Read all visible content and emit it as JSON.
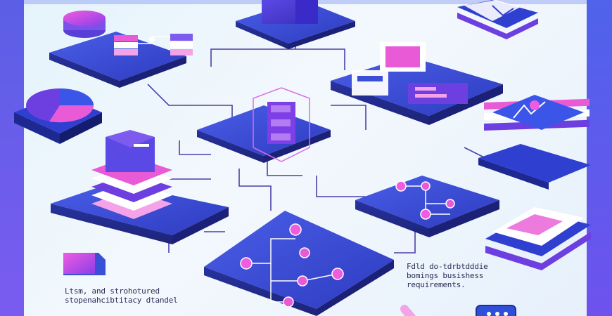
{
  "captions": {
    "left_line1": "Ltsm, and strohotured",
    "left_line2": "stopenahcibtitacy dtandel",
    "right_line1": "Fdld do-tdrbtdddie",
    "right_line2": "bomings busishess",
    "right_line3": "requirements."
  },
  "colors": {
    "tile_blue": "#3b4fd6",
    "tile_purple": "#6a3fe0",
    "accent_pink": "#e63ad8",
    "background": "#eaf6fb",
    "line": "#4b3fa8"
  },
  "icons": [
    "pie-chart-icon",
    "database-stack-icon",
    "flowchart-icon",
    "line-chart-icon",
    "document-icon",
    "shield-icon",
    "network-icon",
    "more-icon"
  ]
}
